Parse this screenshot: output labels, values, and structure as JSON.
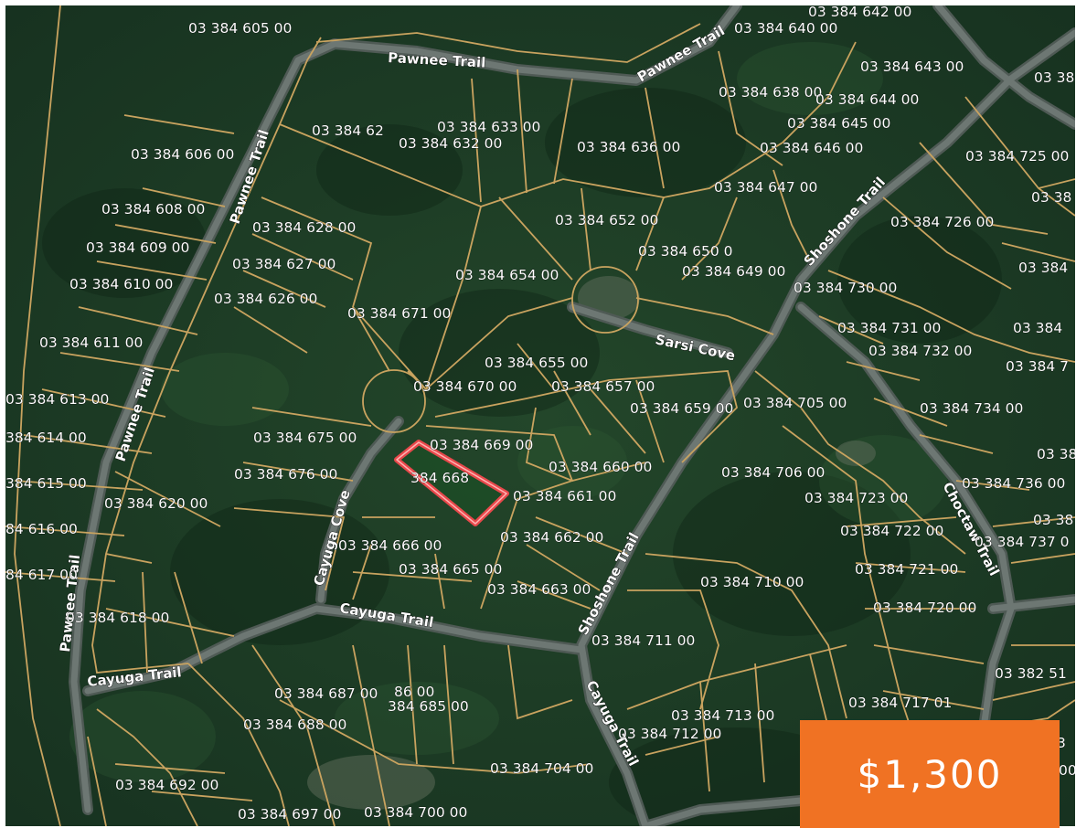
{
  "colors": {
    "forest": "#1f3d22",
    "lot_line": "#c9a35f",
    "road": "#6d7773",
    "highlight": "#e8484b",
    "badge": "#f07223"
  },
  "price": "$1,300",
  "roads": [
    "Pawnee Trail",
    "Pawnee Trail",
    "Pawnee Trail",
    "Pawnee Trail",
    "Pawnee Trail",
    "Shoshone Trail",
    "Shoshone Trail",
    "Sarsi Cove",
    "Cayuga Cove",
    "Cayuga Trail",
    "Cayuga Trail",
    "Cayuga Trail",
    "Choctaw Trail"
  ],
  "highlighted_parcel": "384 668",
  "parcels": [
    "03 384 605 00",
    "03 384 642 00",
    "03 384 640 00",
    "03 384 643 00",
    "03 38",
    "03 384 638 00",
    "03 384 644 00",
    "03 384 645 00",
    "03 384 646 00",
    "03 384 725 00",
    "03 384 62",
    "03 384 633 00",
    "03 384 632 00",
    "03 384 636 00",
    "03 384 606 00",
    "03 384 647 00",
    "03 38",
    "03 384 608 00",
    "03 384 652 00",
    "03 384 726 00",
    "03 384 628 00",
    "03 384 609 00",
    "03 384 650 0",
    "03 384 627 00",
    "03 384 649 00",
    "03 384",
    "03 384 654 00",
    "03 384 610 00",
    "03 384 730 00",
    "03 384 626 00",
    "03 384 671 00",
    "03 384 731 00",
    "03 384",
    "03 384 732 00",
    "03 384 611 00",
    "03 384 655 00",
    "03 384 7",
    "03 384 670 00",
    "03 384 657 00",
    "03 384 613 00",
    "03 384 659 00",
    "03 384 705 00",
    "03 384 734 00",
    "03 384 675 00",
    "03 384 669 00",
    "384 614 00",
    "03 38",
    "03 384 660 00",
    "03 384 676 00",
    "03 384 706 00",
    "384 615 00",
    "03 384 661 00",
    "03 384 736 00",
    "03 384 620 00",
    "03 384 723 00",
    "84 616 00",
    "03 384 722 00",
    "03 38",
    "03 384 662 00",
    "03 384 666 00",
    "03 384 737 0",
    "03 384 721 00",
    "84 617 00",
    "03 384 665 00",
    "03 384 710 00",
    "03 384 663 00",
    "03 384 720 00",
    "03 384 618 00",
    "03 384 711 00",
    "03 382 51",
    "03 384 687 00",
    "86 00",
    "384 685 00",
    "03 384 717 01",
    "03 384 713 00",
    "03 384 688 00",
    "03 384 712 00",
    "3",
    "03 384 704 00",
    "03 384 692 00",
    "00",
    "03 384 697 00",
    "03 384 700 00"
  ]
}
